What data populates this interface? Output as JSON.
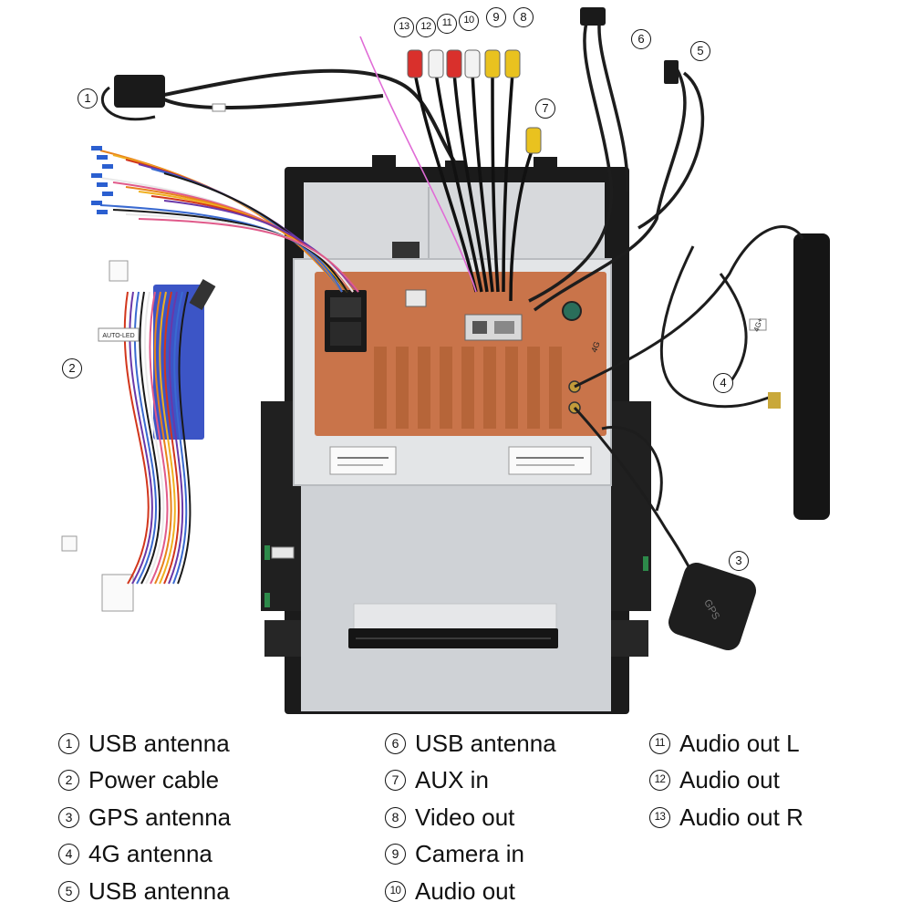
{
  "callouts": {
    "c1": "1",
    "c2": "2",
    "c3": "3",
    "c4": "4",
    "c5": "5",
    "c6": "6",
    "c7": "7",
    "c8": "8",
    "c9": "9",
    "c10": "10",
    "c11": "11",
    "c12": "12",
    "c13": "13"
  },
  "unit_labels": {
    "auto_led_tag": "AUTO-LED",
    "gps_module": "GPS",
    "antenna_tag": "4G+",
    "port_4g": "4G"
  },
  "legend": {
    "col1": [
      {
        "num": "1",
        "label": "USB antenna"
      },
      {
        "num": "2",
        "label": "Power cable"
      },
      {
        "num": "3",
        "label": "GPS antenna"
      },
      {
        "num": "4",
        "label": "4G antenna"
      },
      {
        "num": "5",
        "label": "USB antenna"
      }
    ],
    "col2": [
      {
        "num": "6",
        "label": "USB antenna"
      },
      {
        "num": "7",
        "label": "AUX in"
      },
      {
        "num": "8",
        "label": "Video out"
      },
      {
        "num": "9",
        "label": "Camera in"
      },
      {
        "num": "10",
        "label": "Audio out"
      }
    ],
    "col3": [
      {
        "num": "11",
        "label": "Audio out L"
      },
      {
        "num": "12",
        "label": "Audio out"
      },
      {
        "num": "13",
        "label": "Audio out R"
      }
    ]
  },
  "colors": {
    "heatsink": "#c9744a",
    "frame": "#1a1a1a",
    "panel": "#d3d6da",
    "rca_red": "#d9302c",
    "rca_white": "#f2f2f2",
    "rca_yellow": "#e9c21f"
  }
}
